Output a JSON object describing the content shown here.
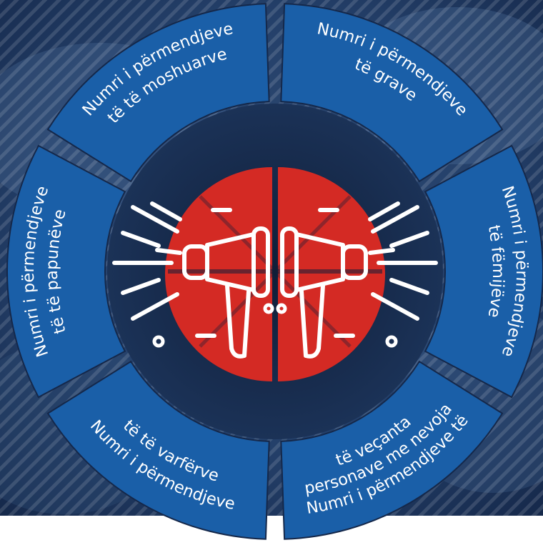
{
  "segments": [
    {
      "id": "women",
      "line1": "Numri i përmendjeve",
      "line2": "të grave"
    },
    {
      "id": "children",
      "line1": "Numri i përmendjeve",
      "line2": "të fëmijëve"
    },
    {
      "id": "disabilities",
      "line1": "Numri i përmendjeve të",
      "line2": "personave me nevoja",
      "line3": "të veçanta"
    },
    {
      "id": "dependents",
      "line1": "Numri i përmendjeve",
      "line2": "të të varfërve"
    },
    {
      "id": "unemployed",
      "line1": "Numri i përmendjeve",
      "line2": "të të papunëve"
    },
    {
      "id": "elderly",
      "line1": "Numri i përmendjeve",
      "line2": "të të moshuarve"
    }
  ],
  "colors": {
    "segment_blue": "#1a5fa8",
    "segment_blue_light": "#2a76c0",
    "center_red": "#d42a24",
    "photo_dark": "#1c2f4c",
    "photo_mid": "#3a5a85",
    "icon_white": "#ffffff"
  },
  "icons": {
    "center": "megaphones-facing-outward-icon"
  }
}
